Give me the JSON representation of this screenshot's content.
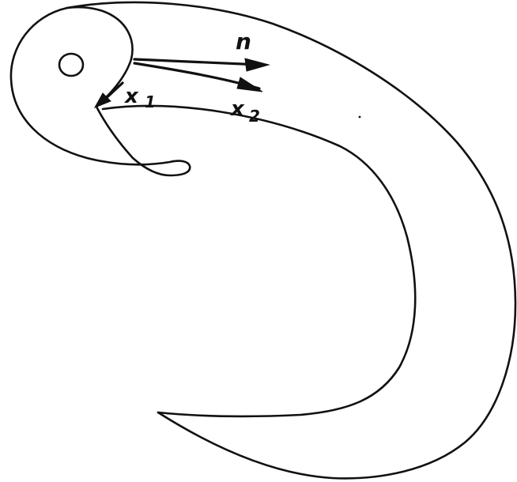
{
  "labels": {
    "n": "n",
    "x1_main": "x",
    "x1_sub": "1",
    "x2_main": "x",
    "x2_sub": "2"
  },
  "colors": {
    "stroke": "#111111",
    "background": "#ffffff"
  }
}
